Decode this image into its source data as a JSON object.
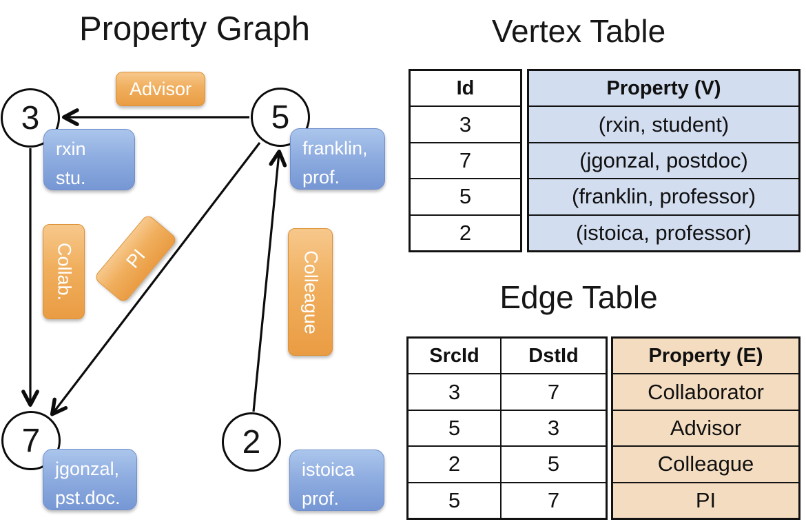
{
  "graph": {
    "title": "Property Graph",
    "nodes": {
      "n3": {
        "id": "3",
        "line1": "rxin",
        "line2": "stu."
      },
      "n5": {
        "id": "5",
        "line1": "franklin,",
        "line2": "prof."
      },
      "n7": {
        "id": "7",
        "line1": "jgonzal,",
        "line2": "pst.doc."
      },
      "n2": {
        "id": "2",
        "line1": "istoica",
        "line2": "prof."
      }
    },
    "edge_labels": {
      "advisor": "Advisor",
      "collab": "Collab.",
      "pi": "PI",
      "colleague": "Colleague"
    }
  },
  "vertex_table": {
    "title": "Vertex Table",
    "col_id": "Id",
    "col_property": "Property (V)",
    "ids": [
      "3",
      "7",
      "5",
      "2"
    ],
    "properties": [
      "(rxin, student)",
      "(jgonzal, postdoc)",
      "(franklin, professor)",
      "(istoica, professor)"
    ]
  },
  "edge_table": {
    "title": "Edge Table",
    "col_src": "SrcId",
    "col_dst": "DstId",
    "col_property": "Property (E)",
    "src": [
      "3",
      "5",
      "2",
      "5"
    ],
    "dst": [
      "7",
      "3",
      "5",
      "7"
    ],
    "properties": [
      "Collaborator",
      "Advisor",
      "Colleague",
      "PI"
    ]
  },
  "colors": {
    "edge_label_fill_top": "#f7c88c",
    "edge_label_fill_bottom": "#ea9c43",
    "edge_label_border": "#dc9134",
    "vertex_label_fill_top": "#abc6ec",
    "vertex_label_fill_bottom": "#7697d4",
    "vertex_label_border": "#6e8ecd",
    "vertex_table_fill": "#d3ddf0",
    "edge_table_fill": "#f4dcc1",
    "line": "#111111"
  }
}
